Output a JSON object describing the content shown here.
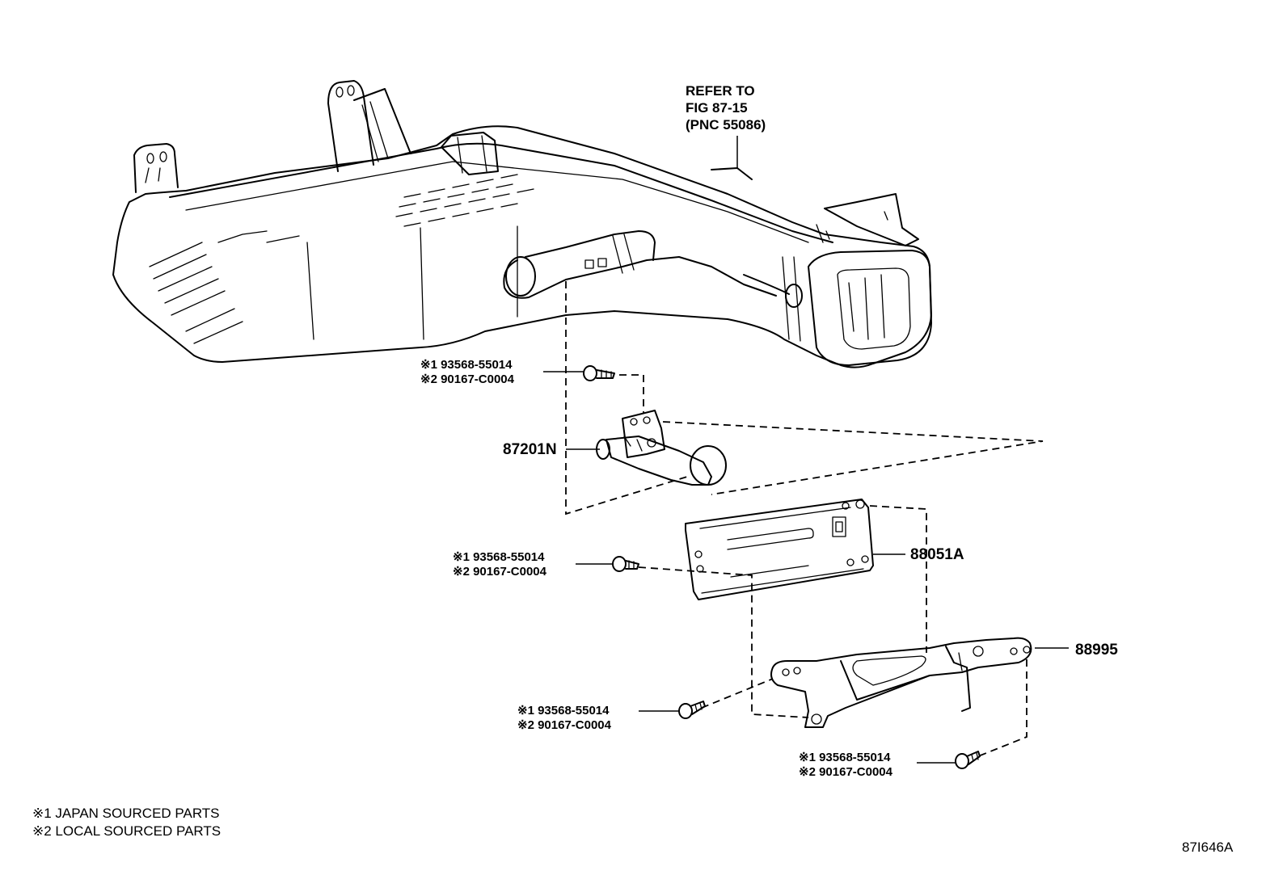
{
  "refer_note": {
    "line1": "REFER TO",
    "line2": "FIG 87-15",
    "line3": "(PNC 55086)"
  },
  "parts": {
    "bracket_main": "87201N",
    "plate": "88051A",
    "support": "88995"
  },
  "screw_callouts": [
    {
      "line1": "※1 93568-55014",
      "line2": "※2 90167-C0004"
    },
    {
      "line1": "※1 93568-55014",
      "line2": "※2 90167-C0004"
    },
    {
      "line1": "※1 93568-55014",
      "line2": "※2 90167-C0004"
    },
    {
      "line1": "※1 93568-55014",
      "line2": "※2 90167-C0004"
    }
  ],
  "legend": {
    "note1": "※1 JAPAN SOURCED PARTS",
    "note2": "※2 LOCAL SOURCED PARTS"
  },
  "figure_id": "87I646A"
}
